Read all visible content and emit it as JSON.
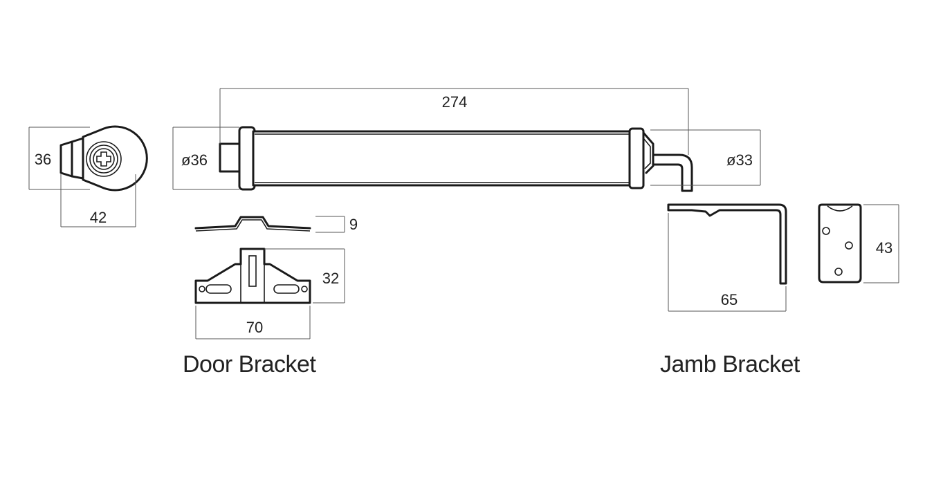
{
  "colors": {
    "line": "#1a1a1a",
    "dimension": "#555555",
    "background": "#ffffff"
  },
  "end_view": {
    "height_label": "36",
    "width_label": "42"
  },
  "closer_body": {
    "length_label": "274",
    "left_diameter_label": "ø36",
    "right_diameter_label": "ø33"
  },
  "door_bracket": {
    "caption": "Door Bracket",
    "thickness_label": "9",
    "height_label": "32",
    "width_label": "70"
  },
  "jamb_bracket": {
    "caption": "Jamb Bracket",
    "width_label": "65",
    "height_label": "43"
  }
}
